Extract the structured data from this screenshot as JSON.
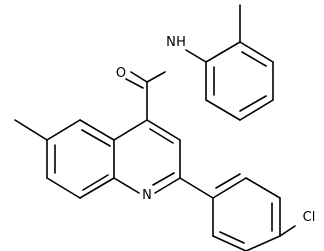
{
  "molecule": {
    "atoms": {
      "oxygen": "O",
      "amide_nitrogen": "N",
      "amide_hydrogen": "H",
      "ring_nitrogen": "N",
      "chlorine": "Cl"
    }
  }
}
